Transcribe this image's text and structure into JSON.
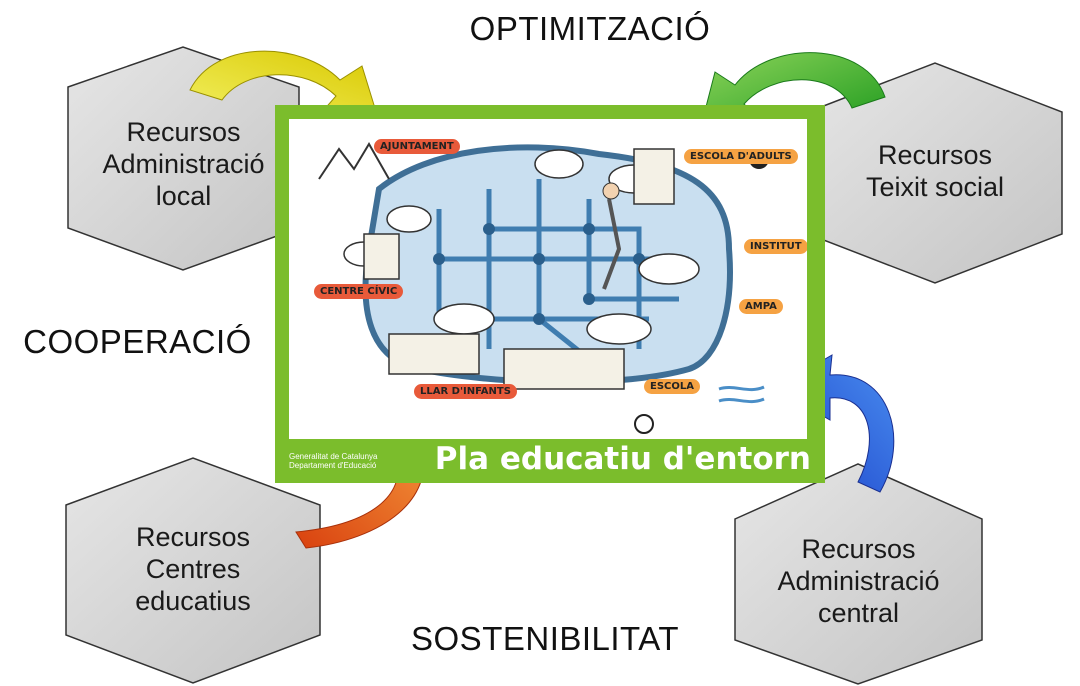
{
  "principles": {
    "top": "OPTIMITZACIÓ",
    "left": "COOPERACIÓ",
    "bottom": "SOSTENIBILITAT"
  },
  "hexagons": [
    {
      "id": "local",
      "lines": [
        "Recursos",
        "Administració",
        "local"
      ]
    },
    {
      "id": "social",
      "lines": [
        "Recursos",
        "Teixit social"
      ]
    },
    {
      "id": "schools",
      "lines": [
        "Recursos",
        "Centres",
        "educatius"
      ]
    },
    {
      "id": "central",
      "lines": [
        "Recursos",
        "Administració",
        "central"
      ]
    }
  ],
  "poster": {
    "title": "Pla educatiu d'entorn",
    "tags": {
      "ajuntament": "AJUNTAMENT",
      "escola_adults": "ESCOLA D'ADULTS",
      "institut": "INSTITUT",
      "centre_civic": "CENTRE CÍVIC",
      "llar_infants": "LLAR D'INFANTS",
      "escola": "ESCOLA",
      "ampa": "AMPA"
    },
    "logo": [
      "Generalitat de Catalunya",
      "Departament d'Educació"
    ]
  },
  "colors": {
    "hexagon_fill": "#d4d4d4",
    "hexagon_stroke": "#333333",
    "poster_green": "#7bbd2c",
    "arrow_yellow": "#e8e416",
    "arrow_green": "#3db12a",
    "arrow_orange": "#e8561a",
    "arrow_blue": "#2a54d8"
  }
}
